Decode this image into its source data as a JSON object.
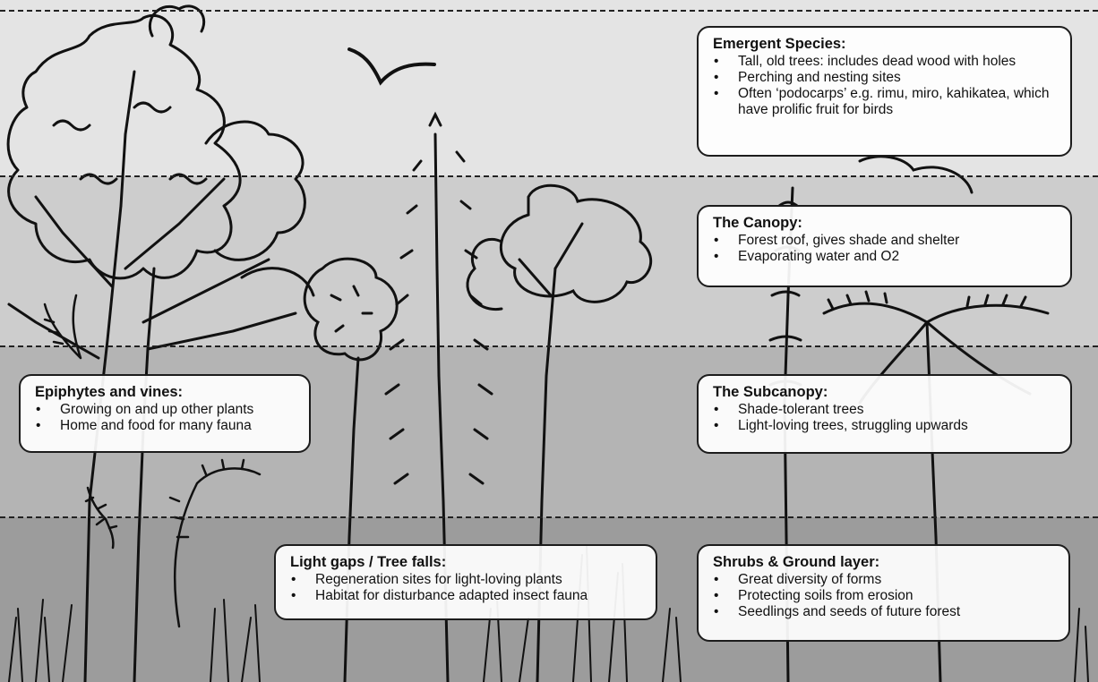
{
  "colors": {
    "emergent_band": "#e4e4e4",
    "canopy_band": "#cdcdcd",
    "subcanopy_band": "#b4b4b4",
    "ground_band": "#9c9c9c",
    "ink": "#111111",
    "box_fill": "#ffffff"
  },
  "icons": [
    "bird-icon",
    "tree-icon",
    "fern-icon",
    "grass-icon",
    "lizard-icon"
  ],
  "boxes": {
    "emergent": {
      "title": "Emergent Species:",
      "items": [
        "Tall, old trees: includes dead wood with holes",
        "Perching and nesting sites",
        "Often ‘podocarps’ e.g. rimu, miro, kahikatea, which have prolific fruit for birds"
      ]
    },
    "canopy": {
      "title": "The Canopy:",
      "items": [
        "Forest roof, gives shade and shelter",
        "Evaporating water and O2"
      ]
    },
    "subcanopy": {
      "title": "The Subcanopy:",
      "items": [
        "Shade-tolerant trees",
        "Light-loving trees, struggling upwards"
      ]
    },
    "epiphytes": {
      "title": "Epiphytes and vines:",
      "items": [
        "Growing on and up other plants",
        "Home and food for many fauna"
      ]
    },
    "lightgaps": {
      "title": "Light gaps / Tree falls:",
      "items": [
        "Regeneration sites for light-loving plants",
        "Habitat for disturbance adapted insect fauna"
      ]
    },
    "shrubs": {
      "title": "Shrubs & Ground layer:",
      "items": [
        "Great diversity of forms",
        "Protecting soils from erosion",
        "Seedlings and seeds of future forest"
      ]
    }
  }
}
